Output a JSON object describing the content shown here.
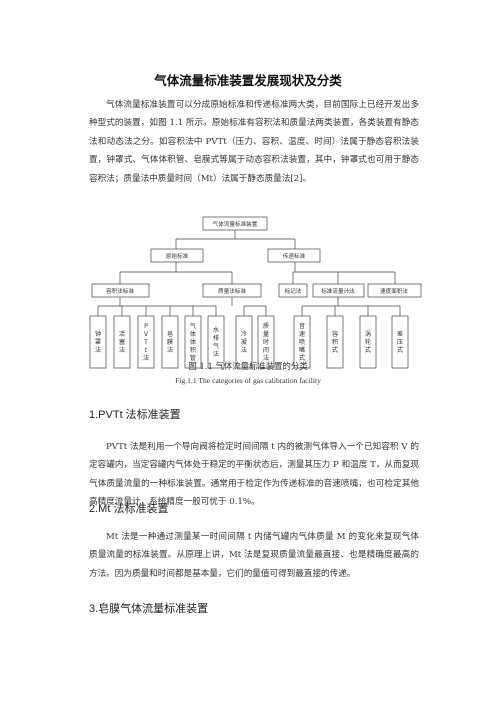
{
  "title": "气体流量标准装置发展现状及分类",
  "intro": "气体流量标准装置可以分成原始标准和传递标准两大类，目前国际上已经开发出多种型式的装置，如图 1.1 所示。原始标准有容积法和质量法两类装置，各类装置有静态法和动态法之分。如容积法中 PVTt（压力、容积、温度、时间）法属于静态容积法装置，钟罩式、气体体积管、皂膜式等属于动态容积法装置，其中，钟罩式也可用于静态容积法；质量法中质量时间（Mt）法属于静态质量法[2]。",
  "diagram": {
    "root": "气体流量标准装置",
    "primary": "原始标准",
    "transfer": "传递标准",
    "volumetric": "容积法标准",
    "mass": "质量法标准",
    "marker": "标记法",
    "std_meter": "标准流量计法",
    "velocity_area": "速度面积法",
    "leaves": [
      "钟罩法",
      "活塞法",
      "PVTt法",
      "皂膜法",
      "气体体积管",
      "水排气法",
      "冷凝法",
      "质量时间法",
      "音速喷嘴式",
      "容积式",
      "涡轮式",
      "差压式"
    ]
  },
  "caption_cn": "图 1.1  气体流量标准装置的分类",
  "caption_en": "Fig.1.1 The categories of gas calibration facility",
  "section1": {
    "heading": "1.PVTt 法标准装置",
    "text": "PVTt 法是利用一个导向阀将检定时间间隔 t 内的被测气体导入一个已知容积 V 的定容罐内，当定容罐内气体处于稳定的平衡状态后，测量其压力 P 和温度 T，从而复现气体质量流量的一种标准装置。通常用于检定作为传递标准的音速喷嘴，也可检定其他高精度流量计，系统精度一般可优于 0.1%。"
  },
  "section2": {
    "heading": "2.Mt 法标准装置",
    "text": "Mt 法是一种通过测量某一时间间隔 t 内储气罐内气体质量 M 的变化来复现气体质量流量的标准装置。从原理上讲，Mt 法是复现质量流量最直接、也是精确度最高的方法。因为质量和时间都是基本量，它们的量值可得到最直接的传递。"
  },
  "section3": {
    "heading": "3.皂膜气体流量标准装置"
  }
}
